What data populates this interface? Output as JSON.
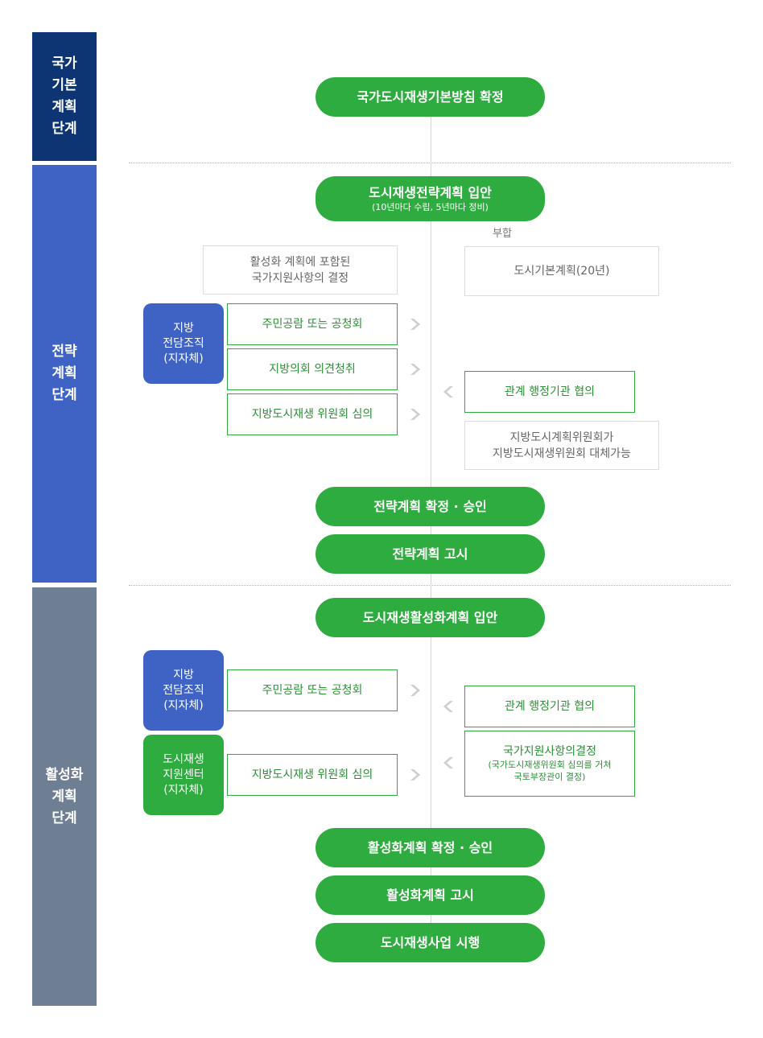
{
  "stages": [
    {
      "label": "국가\n기본\n계획\n단계",
      "color": "#0d3473"
    },
    {
      "label": "전략\n계획\n단계",
      "color": "#3f63c4"
    },
    {
      "label": "활성화\n계획\n단계",
      "color": "#6f7f93"
    }
  ],
  "national": {
    "basic_policy": "국가도시재생기본방침 확정"
  },
  "strategy": {
    "draft": {
      "main": "도시재생전략계획 입안",
      "sub": "(10년마다 수립, 5년마다 정비)"
    },
    "conformity_label": "부합",
    "national_support_decision": "활성화 계획에 포함된\n국가지원사항의 결정",
    "city_master_plan": "도시기본계획(20년)",
    "organization": "지방\n전담조직\n(지자체)",
    "steps": [
      "주민공람 또는 공청회",
      "지방의회 의견청취",
      "지방도시재생 위원회 심의"
    ],
    "agency_consultation": "관계 행정기관 협의",
    "committee_substitute": "지방도시계획위원회가\n지방도시재생위원회 대체가능",
    "confirm": "전략계획 확정 · 승인",
    "notice": "전략계획 고시"
  },
  "activation": {
    "draft": "도시재생활성화계획 입안",
    "organization": "지방\n전담조직\n(지자체)",
    "support_center": "도시재생\n지원센터\n(지자체)",
    "public_review": "주민공람 또는 공청회",
    "committee_review": "지방도시재생 위원회 심의",
    "agency_consultation": "관계 행정기관 협의",
    "national_support": {
      "main": "국가지원사항의결정",
      "sub": "(국가도시재생위원회 심의를 거쳐\n국토부장관이 결정)"
    },
    "confirm": "활성화계획 확정 · 승인",
    "notice": "활성화계획 고시",
    "implementation": "도시재생사업 시행"
  },
  "colors": {
    "green": "#2fac3f",
    "navy": "#0d3473",
    "blue": "#3f63c4",
    "slate": "#6f7f93",
    "chevron": "#cfcfcf"
  },
  "icons": {
    "arrow_right": "chevron-right-icon",
    "arrow_left": "chevron-left-icon"
  }
}
